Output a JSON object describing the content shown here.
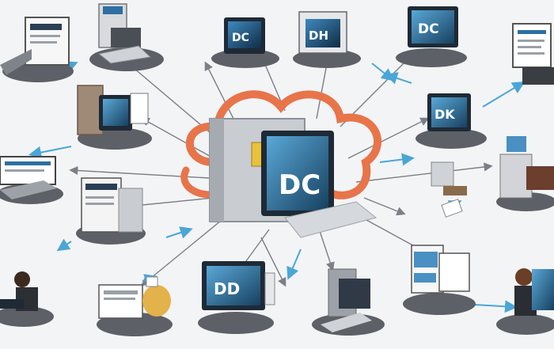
{
  "image": {
    "kind": "illustration"
  },
  "hub": {
    "screen_text": "DC"
  },
  "nodes": {
    "top_center_left": "DC",
    "top_center": "DH",
    "top_right": "DC",
    "right_upper": "DK",
    "bottom_center": "DD"
  },
  "colors": {
    "background": "#f3f4f6",
    "cloud_outline": "#e8744a",
    "screen_blue": "#2f6fa0",
    "screen_dark": "#14324c",
    "pedestal": "#5d6066",
    "arrow": "#4aa6d6",
    "line": "#7b7f86"
  }
}
